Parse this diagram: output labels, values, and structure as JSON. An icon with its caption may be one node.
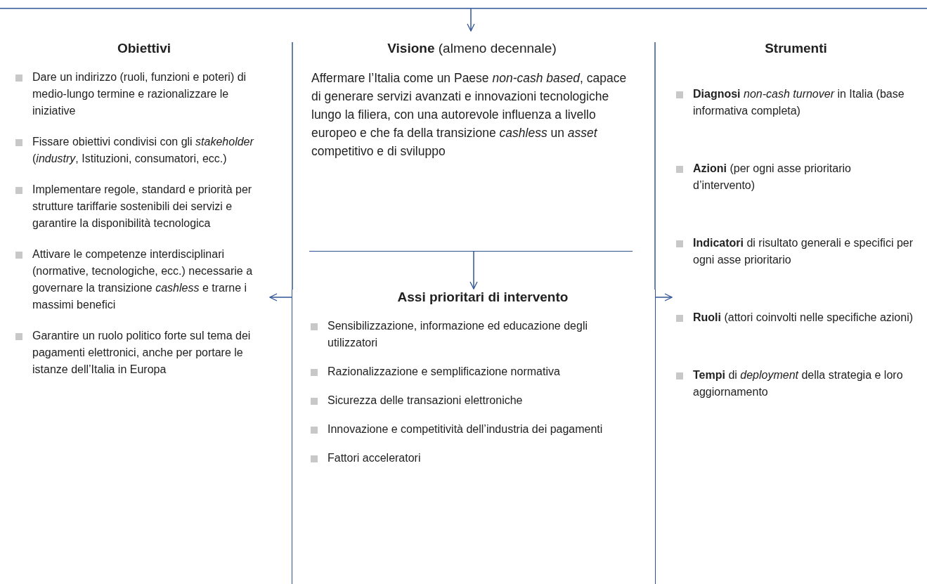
{
  "diagram": {
    "nodes": [
      {
        "text": [
          "Obiettivi",
          "Dare un indirizzo (ruoli, funzioni e poteri) di medio-lungo termine e razionalizzare le iniziative",
          "Fissare obiettivi condivisi con gli *stakeholder* (*industry*, Istituzioni, consumatori, ecc.)",
          "Implementare regole, standard e priorità per strutture tariffarie sostenibili dei servizi e garantire la disponibilità tecnologica",
          "Attivare le competenze interdisciplinari (normative, tecnologiche, ecc.) necessarie a governare la transizione *cashless* e trarne i massimi benefici",
          "Garantire un ruolo politico forte sul tema dei pagamenti elettronici, anche per portare le istanze dell’Italia in Europa"
        ]
      },
      {
        "text": [
          "**Visione** (almeno decennale)",
          "Affermare l’Italia come un Paese *non-cash based*, capace di generare servizi avanzati e innovazioni tecnologiche lungo la filiera, con una autorevole influenza a livello europeo e che fa della transizione *cashless* un *asset* competitivo e di sviluppo"
        ]
      },
      {
        "text": [
          "Assi prioritari di intervento",
          "Sensibilizzazione, informazione ed educazione degli utilizzatori",
          "Razionalizzazione e semplificazione normativa",
          "Sicurezza delle transazioni elettroniche",
          "Innovazione e competitività dell’industria dei pagamenti",
          "Fattori acceleratori"
        ]
      },
      {
        "text": [
          "Strumenti",
          "**Diagnosi** *non-cash turnover* in Italia (base informativa completa)",
          "**Azioni** (per ogni asse prioritario d’intervento)",
          "**Indicatori** di risultato generali e specifici per ogni asse prioritario",
          "**Ruoli** (attori coinvolti nelle specifiche azioni)",
          "**Tempi** di *deployment* della strategia e loro aggiornamento"
        ]
      }
    ],
    "edges": [
      {
        "from": null,
        "to": 1,
        "arrow": "to"
      },
      {
        "from": 1,
        "to": 2,
        "arrow": "to"
      },
      {
        "from": 2,
        "to": 0,
        "arrow": "to"
      },
      {
        "from": 2,
        "to": 3,
        "arrow": "to"
      }
    ]
  }
}
